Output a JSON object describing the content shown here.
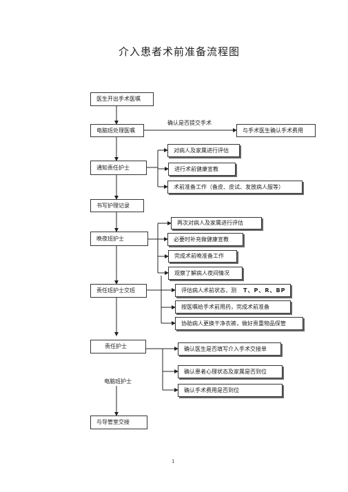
{
  "title": "介入患者术前准备流程图",
  "page_number": "1",
  "main_steps": {
    "doctor_order": "医生开出手术医嘱",
    "process_order": "电脑班处理医嘱",
    "notify_nurse": "通知责任护士",
    "record": "书写护理记录",
    "night_nurse": "晚夜班护士",
    "handover": "责任班护士交班",
    "charge_nurse": "责任护士",
    "computer_nurse": "电脑班护士",
    "catheter_room": "与导管室交接"
  },
  "edge_labels": {
    "confirm_submit": "确认是否提交手术"
  },
  "side_boxes": {
    "confirm_fee": "与手术医生确认手术费用",
    "evaluate": "对病人及家属进行评估",
    "education": "进行术前健康宣教",
    "prep_work": "术前准备工作（备皮、皮试、发放病人服等）",
    "reevaluate": "再次对病人及家属进行评估",
    "supplement_education": "必要时补充做健康宣教",
    "night_prep": "完成术前晚准备工作",
    "observe_night": "观察了解病人夜间情况",
    "assess_state": "评估病人术前状态，测",
    "vitals": "T、P、R、BP",
    "medicate": "按医嘱给手术前用药，完成术前准备",
    "help_change": "协助病人更换干净衣裤，做好贵重物品保管",
    "confirm_form": "确认医生是否填写介入手术交接单",
    "confirm_psych": "确认患者心理状态及家属是否到位",
    "confirm_payment": "确认手术费用是否到位"
  }
}
